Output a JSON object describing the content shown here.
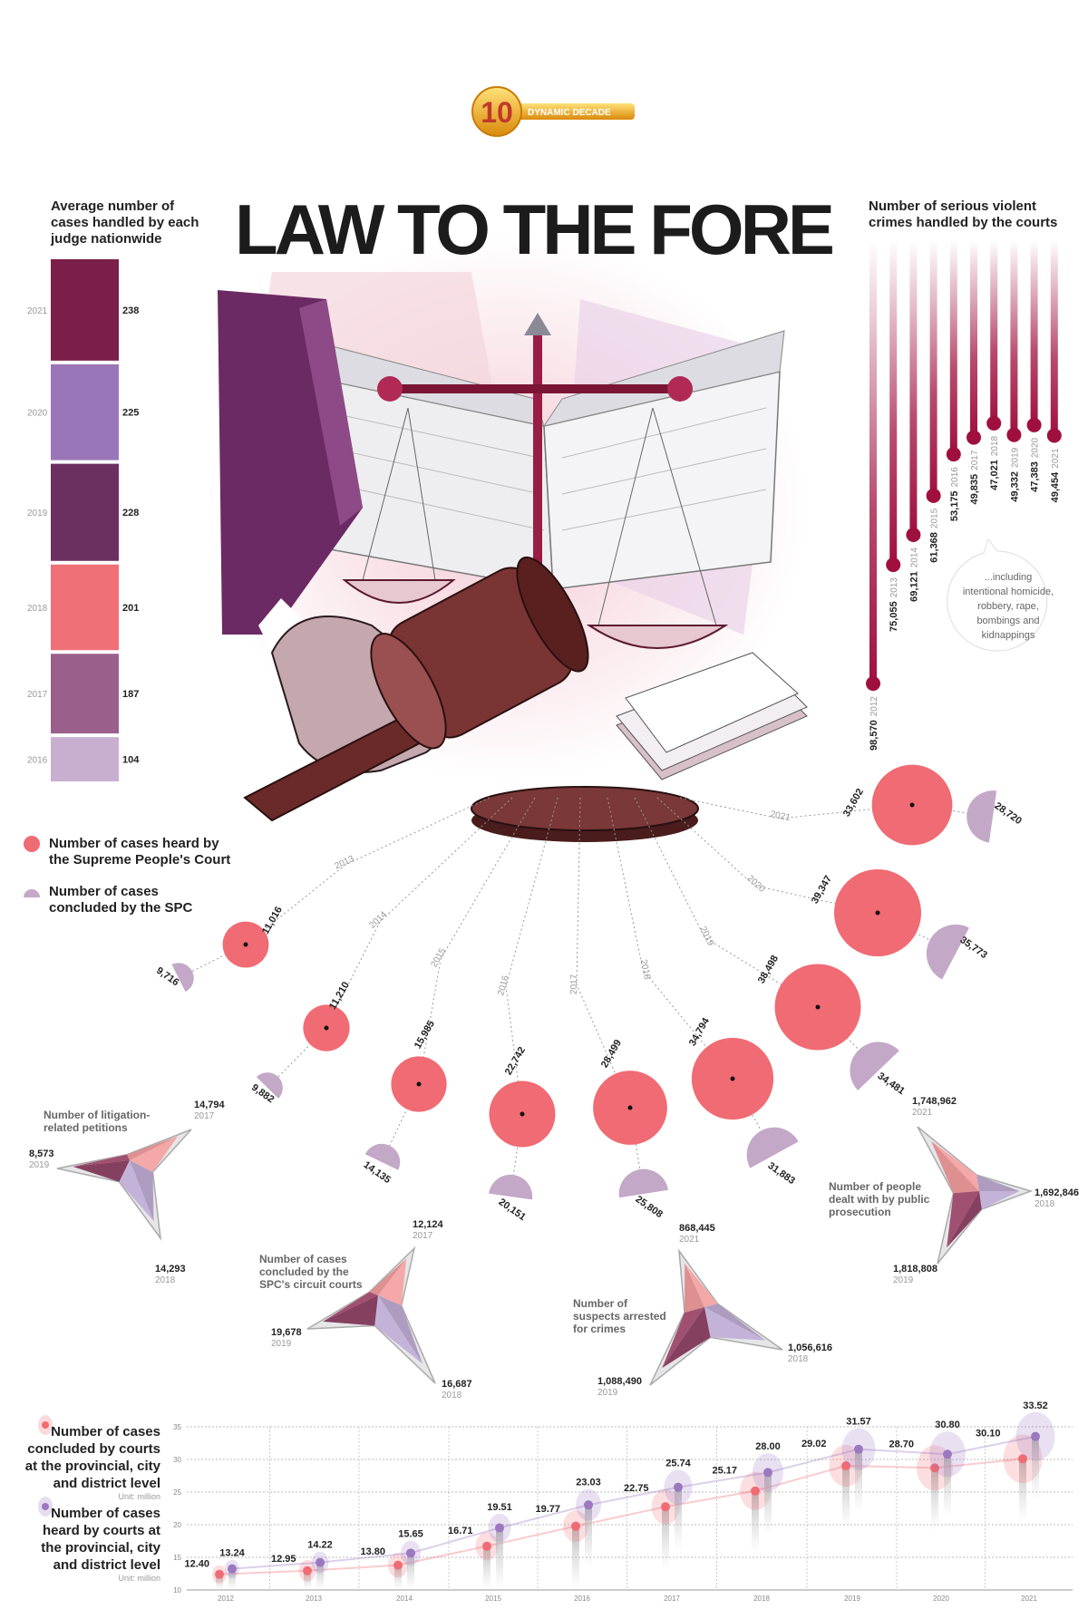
{
  "header": {
    "logo_number": "10",
    "logo_text": "DYNAMIC DECADE",
    "title": "LAW TO THE FORE"
  },
  "chart_data": [
    {
      "id": "judge_avg",
      "type": "bar",
      "title_lines": [
        "Average number of",
        "cases handled by each",
        "judge nationwide"
      ],
      "categories": [
        "2021",
        "2020",
        "2019",
        "2018",
        "2017",
        "2016"
      ],
      "values": [
        "238",
        "225",
        "228",
        "201",
        "187",
        "104"
      ],
      "colors": [
        "#7a1f48",
        "#9a76b8",
        "#6b3060",
        "#f07078",
        "#9a5f8a",
        "#c8afd0"
      ]
    },
    {
      "id": "violent_crimes",
      "type": "bar",
      "title_lines": [
        "Number of serious violent",
        "crimes handled by the courts"
      ],
      "categories": [
        "2012",
        "2013",
        "2014",
        "2015",
        "2016",
        "2017",
        "2018",
        "2019",
        "2020",
        "2021"
      ],
      "values": [
        "98,570",
        "75,055",
        "69,121",
        "61,368",
        "53,175",
        "49,835",
        "47,021",
        "49,332",
        "47,383",
        "49,454"
      ],
      "note_lines": [
        "...including",
        "intentional homicide,",
        "robbery, rape,",
        "bombings and",
        "kidnappings"
      ],
      "color": "#a0103f"
    },
    {
      "id": "spc_cases",
      "type": "scatter",
      "legend": {
        "heard_lines": [
          "Number of cases heard by",
          "the Supreme People's Court"
        ],
        "concluded_lines": [
          "Number of cases",
          "concluded by the SPC"
        ]
      },
      "categories": [
        "2013",
        "2014",
        "2015",
        "2016",
        "2017",
        "2018",
        "2019",
        "2020",
        "2021"
      ],
      "series": [
        {
          "name": "heard",
          "color": "#f06b73",
          "values": [
            "11,016",
            "11,210",
            "15,985",
            "22,742",
            "28,499",
            "34,794",
            "38,498",
            "39,347",
            "33,602"
          ]
        },
        {
          "name": "concluded",
          "color": "#c4a8c8",
          "values": [
            "9,716",
            "9,882",
            "14,135",
            "20,151",
            "25,808",
            "31,883",
            "34,481",
            "35,773",
            "28,720"
          ]
        }
      ]
    },
    {
      "id": "litigation_petitions",
      "type": "radar",
      "title_lines": [
        "Number of litigation-",
        "related petitions"
      ],
      "points": [
        {
          "value": "14,794",
          "year": "2017"
        },
        {
          "value": "14,293",
          "year": "2018"
        },
        {
          "value": "8,573",
          "year": "2019"
        }
      ]
    },
    {
      "id": "circuit_courts",
      "type": "radar",
      "title_lines": [
        "Number of cases",
        "concluded by the",
        "SPC's circuit courts"
      ],
      "points": [
        {
          "value": "12,124",
          "year": "2017"
        },
        {
          "value": "16,687",
          "year": "2018"
        },
        {
          "value": "19,678",
          "year": "2019"
        }
      ]
    },
    {
      "id": "suspects_arrested",
      "type": "radar",
      "title_lines": [
        "Number of",
        "suspects arrested",
        "for crimes"
      ],
      "points": [
        {
          "value": "868,445",
          "year": "2021"
        },
        {
          "value": "1,056,616",
          "year": "2018"
        },
        {
          "value": "1,088,490",
          "year": "2019"
        }
      ]
    },
    {
      "id": "public_prosecution",
      "type": "radar",
      "title_lines": [
        "Number of people",
        "dealt with by public",
        "prosecution"
      ],
      "points": [
        {
          "value": "1,748,962",
          "year": "2021"
        },
        {
          "value": "1,692,846",
          "year": "2018"
        },
        {
          "value": "1,818,808",
          "year": "2019"
        }
      ]
    },
    {
      "id": "local_courts",
      "type": "line",
      "x": [
        "2012",
        "2013",
        "2014",
        "2015",
        "2016",
        "2017",
        "2018",
        "2019",
        "2020",
        "2021"
      ],
      "ylim": [
        10,
        35
      ],
      "yticks": [
        "10",
        "15",
        "20",
        "25",
        "30",
        "35"
      ],
      "grid": true,
      "series": [
        {
          "name_lines": [
            "Number of cases",
            "concluded by courts",
            "at the provincial, city",
            "and district level"
          ],
          "unit": "Unit: million",
          "color": "#f06b73",
          "values": [
            "12.40",
            "12.95",
            "13.80",
            "16.71",
            "19.77",
            "22.75",
            "25.17",
            "29.02",
            "28.70",
            "30.10"
          ]
        },
        {
          "name_lines": [
            "Number of cases",
            "heard by courts at",
            "the provincial, city",
            "and district level"
          ],
          "unit": "Unit: million",
          "color": "#9b78c0",
          "values": [
            "13.24",
            "14.22",
            "15.65",
            "19.51",
            "23.03",
            "25.74",
            "28.00",
            "31.57",
            "30.80",
            "33.52"
          ]
        }
      ]
    }
  ]
}
